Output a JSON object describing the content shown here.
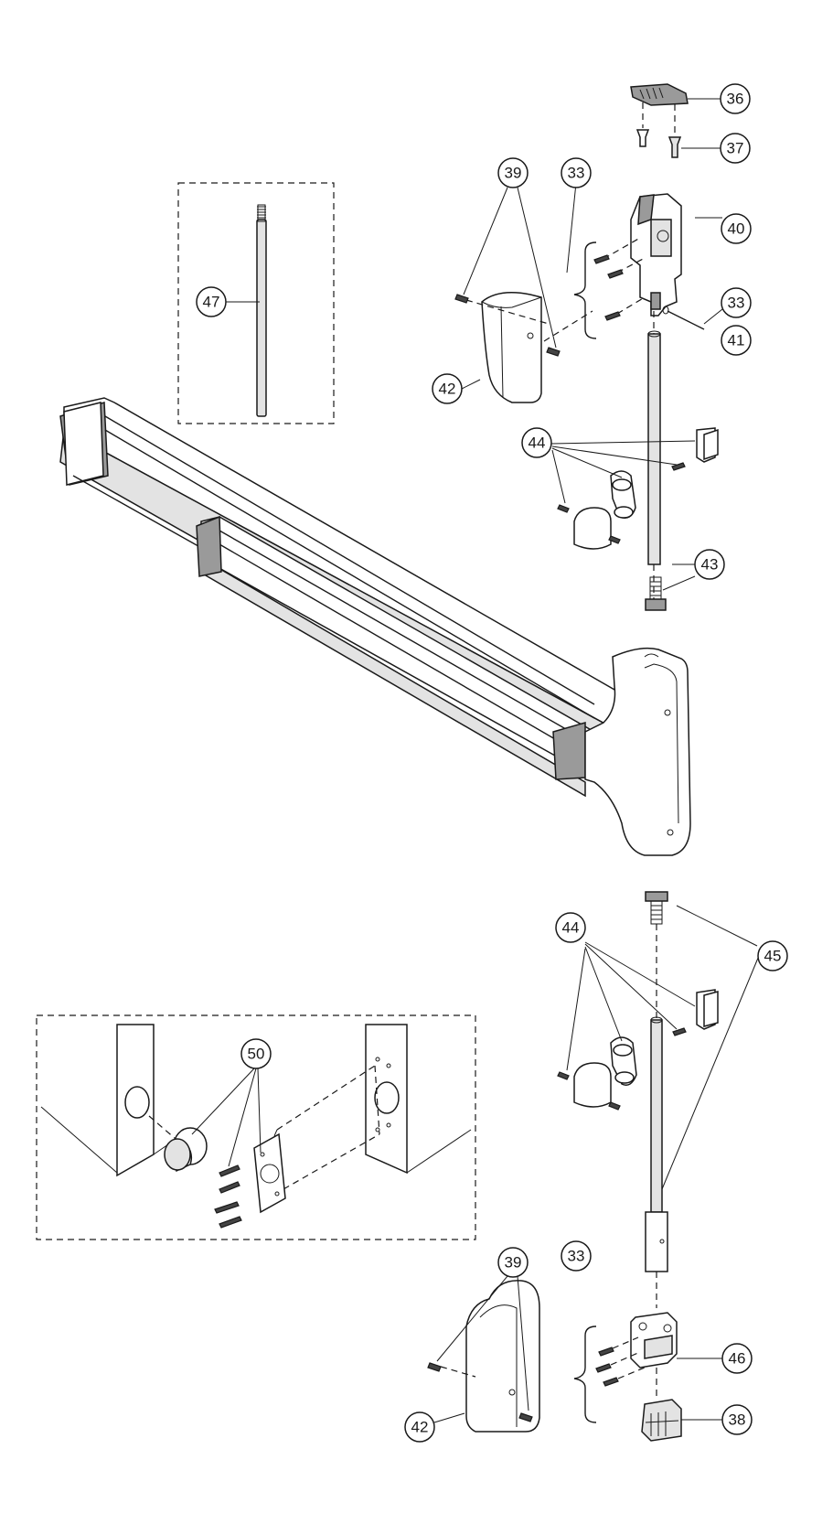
{
  "callouts": {
    "c36": "36",
    "c37": "37",
    "c39_top": "39",
    "c33_top": "33",
    "c40": "40",
    "c33_pin": "33",
    "c41": "41",
    "c42_top": "42",
    "c47": "47",
    "c44_top": "44",
    "c43": "43",
    "c44_bottom": "44",
    "c45": "45",
    "c50": "50",
    "c39_bottom": "39",
    "c33_bottom": "33",
    "c42_bottom": "42",
    "c46": "46",
    "c38": "38"
  }
}
